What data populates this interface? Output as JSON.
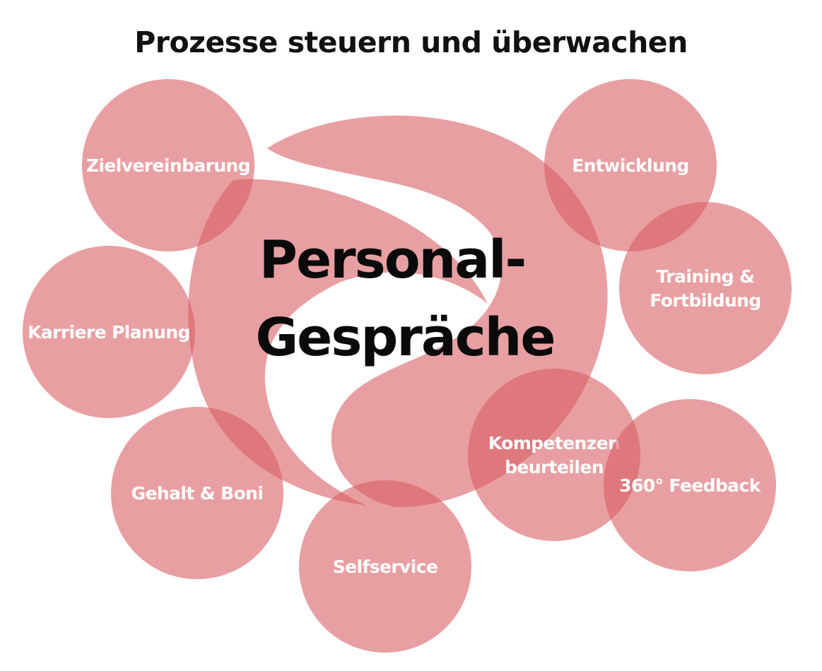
{
  "title": "Prozesse steuern und überwachen",
  "center": {
    "line1": "Personal-",
    "line2": "Gespräche"
  },
  "colors": {
    "circle": "#d95f64",
    "text_on_circle": "#ffffff",
    "title": "#111111"
  },
  "nodes": [
    {
      "id": "zielvereinbarung",
      "lines": [
        "Zielvereinbarung"
      ]
    },
    {
      "id": "entwicklung",
      "lines": [
        "Entwicklung"
      ]
    },
    {
      "id": "karriere-planung",
      "lines": [
        "Karriere Planung"
      ]
    },
    {
      "id": "training-fortbildung",
      "lines": [
        "Training &",
        "Fortbildung"
      ]
    },
    {
      "id": "gehalt-boni",
      "lines": [
        "Gehalt & Boni"
      ]
    },
    {
      "id": "kompetenzen-beurteilen",
      "lines": [
        "Kompetenzen",
        "beurteilen"
      ]
    },
    {
      "id": "360-feedback",
      "lines": [
        "360° Feedback"
      ]
    },
    {
      "id": "selfservice",
      "lines": [
        "Selfservice"
      ]
    }
  ]
}
